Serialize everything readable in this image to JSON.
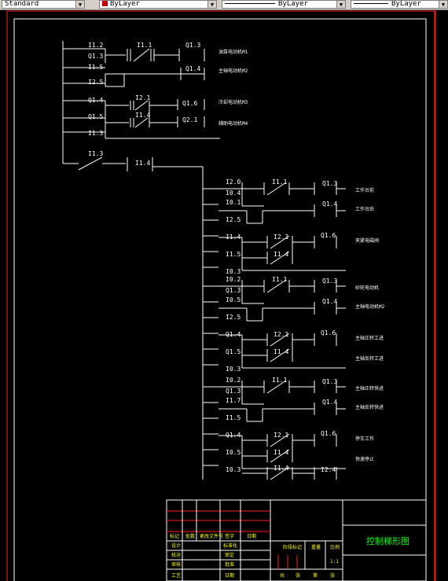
{
  "toolbar": {
    "textstyle": "Standard",
    "layer_color": "ByLayer",
    "linetype": "ByLayer",
    "lineweight": "ByLayer",
    "layer_color_hex": "#c00000"
  },
  "ladder": {
    "top": [
      {
        "contacts": [
          "I1.2",
          "I1.1"
        ],
        "coil": "Q1.3",
        "alt": [
          "Q1.3"
        ],
        "comment": "油泵电动机M1"
      },
      {
        "contacts": [
          "I1.5"
        ],
        "coil": "Q1.4",
        "alt": [
          "I2.5"
        ],
        "comment": "主轴电动机M2"
      },
      {
        "contacts": [
          "Q1.4",
          "I2.1"
        ],
        "coil": "Q1.6",
        "alt": [
          "Q1.5",
          "I1.4",
          "I1.3"
        ],
        "coil2": "Q2.1",
        "comment": "冷却电动机M3",
        "comment2": "辅助电动机M4"
      },
      {
        "contacts": [
          "I1.3",
          "I1.4"
        ],
        "comment": ""
      }
    ],
    "groups": [
      {
        "row1": {
          "contacts": [
            "I2.0",
            "I1.1"
          ],
          "coil": "Q1.3",
          "alt": "I0.4",
          "comment": "工作台前"
        },
        "row2": {
          "contacts": [
            "I0.1"
          ],
          "coil": "Q1.4",
          "alt": "I2.5",
          "comment": "工作台后"
        },
        "row3": {
          "contacts": [
            "I1.4",
            "I2.1",
            "I1.4"
          ],
          "coil": "Q1.6",
          "alt": [
            "I1.5",
            "I0.3"
          ],
          "comment": "夹紧电磁阀"
        }
      },
      {
        "row1": {
          "contacts": [
            "I0.2",
            "I1.1"
          ],
          "coil": "Q1.3",
          "alt": "Q1.3",
          "comment": "砂轮电动机"
        },
        "row2": {
          "contacts": [
            "I0.5"
          ],
          "coil": "Q1.4",
          "alt": "I2.5",
          "comment": "主轴电动机M2"
        },
        "row3": {
          "contacts": [
            "Q1.4",
            "I2.1",
            "I1.4"
          ],
          "coil": "Q1.6",
          "alt": [
            "Q1.5",
            "I0.3"
          ],
          "comment": "主轴正转工进",
          "comment2": "主轴反转工进"
        }
      },
      {
        "row1": {
          "contacts": [
            "I0.2",
            "I1.1"
          ],
          "coil": "Q1.3",
          "alt": "Q1.3",
          "comment": "主轴正转快进"
        },
        "row2": {
          "contacts": [
            "I1.7"
          ],
          "coil": "Q1.4",
          "alt": "I1.5",
          "comment": "主轴反转快进"
        },
        "row3": {
          "contacts": [
            "Q1.4",
            "I2.1",
            "I1.4",
            "I1.4"
          ],
          "coil": "Q1.6",
          "coil2": "I2.4",
          "alt": [
            "I0.5",
            "I0.3"
          ],
          "comment": "停车工作",
          "comment2": "快速停止"
        }
      }
    ]
  },
  "title_block": {
    "drawing_title": "控制梯形图",
    "row_labels": [
      "标记",
      "处数",
      "更改文件号",
      "签字",
      "日期"
    ],
    "left_labels": [
      "设计",
      "校对",
      "审核",
      "工艺"
    ],
    "mid_labels": [
      "标准化",
      "审定",
      "批准",
      "日期"
    ],
    "stage_labels": [
      "阶段标记",
      "重量",
      "比例"
    ],
    "scale_value": "1:1",
    "bottom_labels": [
      "共",
      "张",
      "第",
      "张"
    ]
  }
}
